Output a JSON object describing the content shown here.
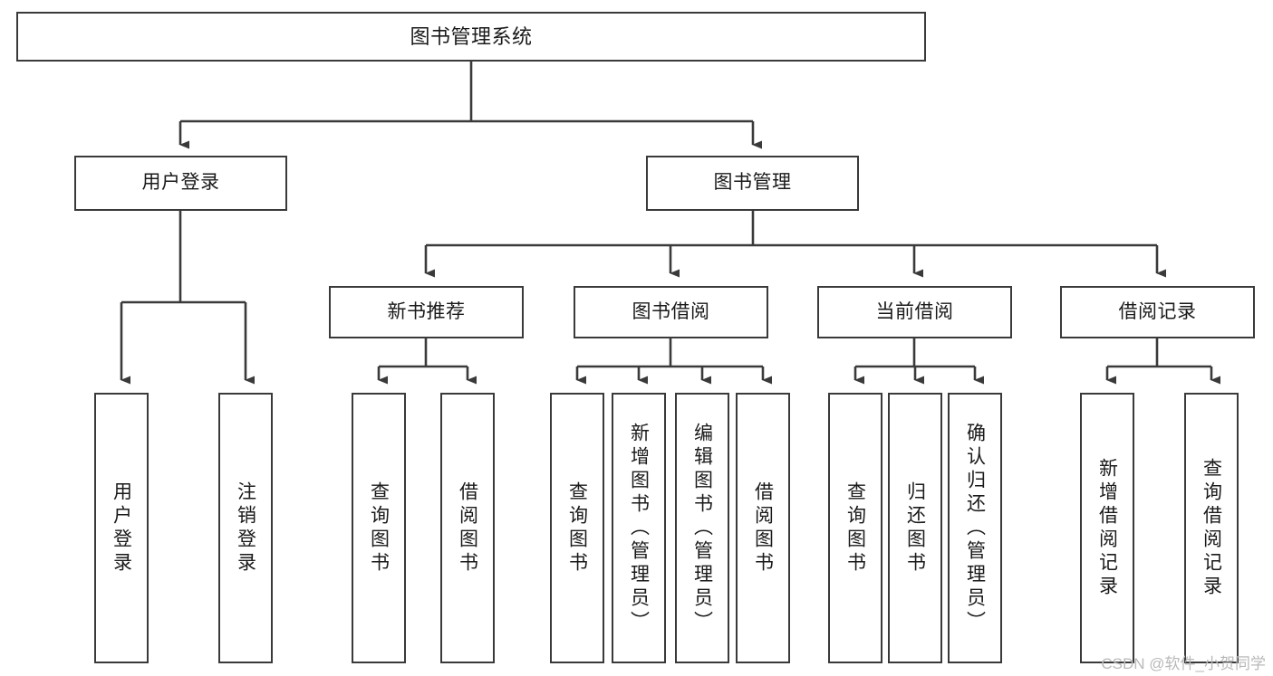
{
  "diagram": {
    "type": "tree-hierarchy-chart",
    "title": "图书管理系统",
    "root": {
      "label": "图书管理系统"
    },
    "level1": [
      {
        "label": "用户登录"
      },
      {
        "label": "图书管理"
      }
    ],
    "level2": [
      {
        "label": "新书推荐"
      },
      {
        "label": "图书借阅"
      },
      {
        "label": "当前借阅"
      },
      {
        "label": "借阅记录"
      }
    ],
    "leaves": {
      "user_login": [
        {
          "label": "用户登录"
        },
        {
          "label": "注销登录"
        }
      ],
      "new_book_recommend": [
        {
          "label": "查询图书"
        },
        {
          "label": "借阅图书"
        }
      ],
      "book_borrow": [
        {
          "label": "查询图书"
        },
        {
          "label": "新增图书（管理员）"
        },
        {
          "label": "编辑图书（管理员）"
        },
        {
          "label": "借阅图书"
        }
      ],
      "current_borrow": [
        {
          "label": "查询图书"
        },
        {
          "label": "归还图书"
        },
        {
          "label": "确认归还（管理员）"
        }
      ],
      "borrow_record": [
        {
          "label": "新增借阅记录"
        },
        {
          "label": "查询借阅记录"
        }
      ]
    }
  },
  "watermark": {
    "text": "CSDN @软件_小贺同学"
  },
  "colors": {
    "stroke": "#3a3a3a",
    "text": "#1a1a1a",
    "background": "#ffffff",
    "watermark": "#b9b9b9"
  }
}
